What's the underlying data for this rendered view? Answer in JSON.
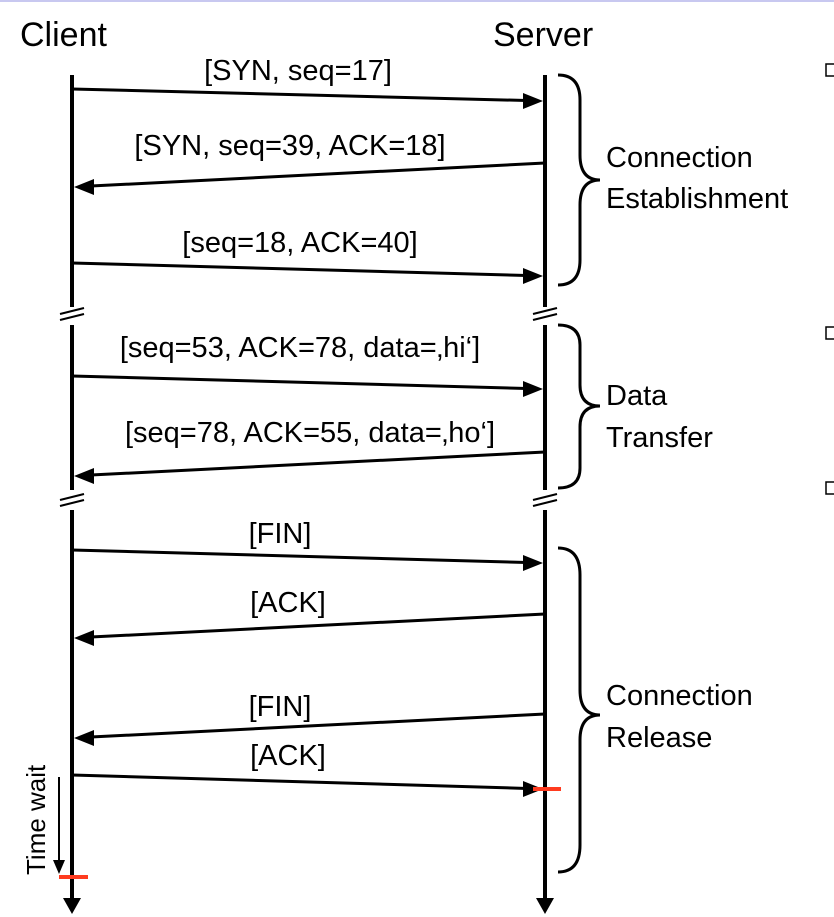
{
  "participants": {
    "client": "Client",
    "server": "Server"
  },
  "messages": [
    {
      "from": "client",
      "label": "[SYN, seq=17]"
    },
    {
      "from": "server",
      "label": "[SYN, seq=39, ACK=18]"
    },
    {
      "from": "client",
      "label": "[seq=18, ACK=40]"
    },
    {
      "from": "client",
      "label": "[seq=53, ACK=78, data=‚hi‘]"
    },
    {
      "from": "server",
      "label": "[seq=78, ACK=55, data=‚ho‘]"
    },
    {
      "from": "client",
      "label": "[FIN]"
    },
    {
      "from": "server",
      "label": "[ACK]"
    },
    {
      "from": "server",
      "label": "[FIN]"
    },
    {
      "from": "client",
      "label": "[ACK]"
    }
  ],
  "phases": [
    {
      "line1": "Connection",
      "line2": "Establishment"
    },
    {
      "line1": "Data",
      "line2": "Transfer"
    },
    {
      "line1": "Connection",
      "line2": "Release"
    }
  ],
  "time_wait_label": "Time wait",
  "colors": {
    "line": "#000000",
    "marker": "#ff3b1f",
    "top_border": "#c8c8f0"
  }
}
